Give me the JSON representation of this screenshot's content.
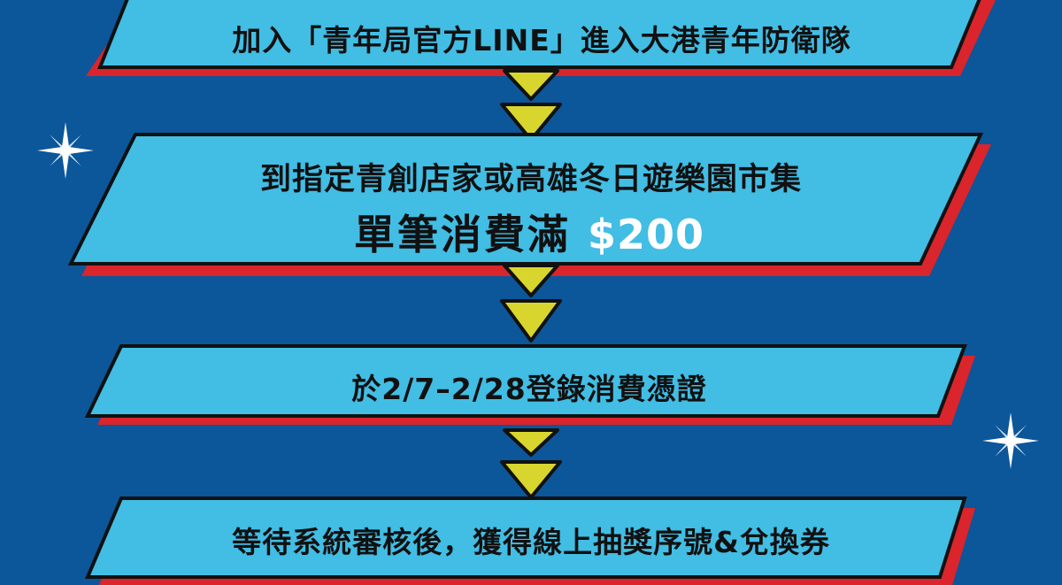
{
  "colors": {
    "background": "#0c569a",
    "box_fill": "#42bde4",
    "box_shadow": "#d9252b",
    "arrow_fill": "#d8d62e",
    "outline": "#111111",
    "highlight_text": "#ffffff"
  },
  "steps": [
    {
      "text": "加入「青年局官方LINE」進入大港青年防衛隊"
    },
    {
      "line1": "到指定青創店家或高雄冬日遊樂園市集",
      "line2_prefix": "單筆消費滿 ",
      "line2_amount": "$200"
    },
    {
      "text": "於2/7–2/28登錄消費憑證"
    },
    {
      "text": "等待系統審核後，獲得線上抽獎序號&兌換券"
    }
  ],
  "decorations": [
    "sparkle-icon",
    "sparkle-icon"
  ]
}
